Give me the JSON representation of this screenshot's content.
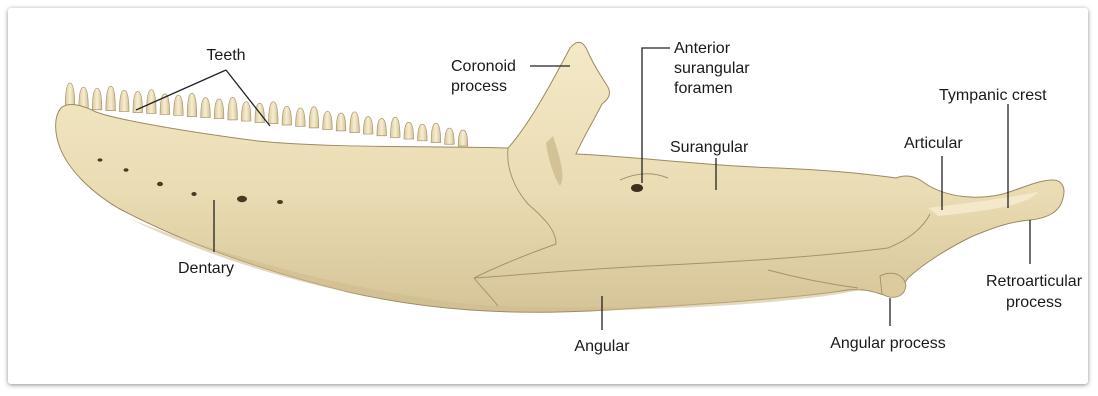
{
  "diagram": {
    "colors": {
      "bone": "#ecdfb8",
      "bone_shade": "#c9b58a",
      "bone_light": "#f6eccd",
      "outline": "#9c8a62",
      "suture": "#a39372",
      "leader": "#222222",
      "text": "#1a1a1a"
    },
    "labels": {
      "teeth": "Teeth",
      "coronoid_1": "Coronoid",
      "coronoid_2": "process",
      "foramen_1": "Anterior",
      "foramen_2": "surangular",
      "foramen_3": "foramen",
      "tympanic_crest": "Tympanic crest",
      "surangular": "Surangular",
      "articular": "Articular",
      "dentary": "Dentary",
      "retro_1": "Retroarticular",
      "retro_2": "process",
      "angular": "Angular",
      "angular_process": "Angular process"
    }
  }
}
